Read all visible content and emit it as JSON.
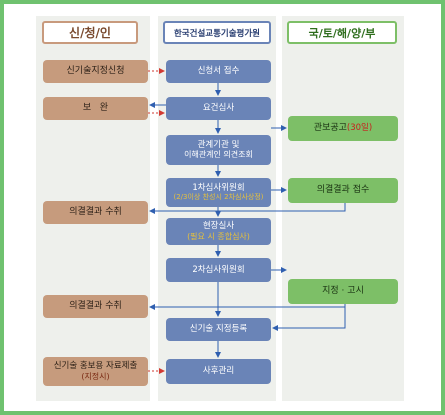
{
  "headers": {
    "left": "신/청/인",
    "center": "한국건설교통기술평가원",
    "right": "국/토/해/양/부"
  },
  "left_steps": [
    {
      "label": "신기술지정신청",
      "sub": ""
    },
    {
      "label": "보   완",
      "sub": ""
    },
    {
      "label": "의결결과 수취",
      "sub": ""
    },
    {
      "label": "의결결과 수취",
      "sub": ""
    },
    {
      "label": "신기술 홍보용 자료제출",
      "sub": "(지정시)"
    }
  ],
  "center_steps": [
    {
      "label": "신청서 접수",
      "sub": ""
    },
    {
      "label": "요건심사",
      "sub": ""
    },
    {
      "label": "관계기관 및",
      "sub": "이해관계인 의견조회"
    },
    {
      "label": "1차심사위원회",
      "sub": "(2/3이상 찬성시 2차심사상정)"
    },
    {
      "label": "현장실사",
      "sub": "(필요 시 종합심사)"
    },
    {
      "label": "2차심사위원회",
      "sub": ""
    },
    {
      "label": "신기술 지정등록",
      "sub": ""
    },
    {
      "label": "사후관리",
      "sub": ""
    }
  ],
  "right_steps": [
    {
      "label": "관보공고",
      "sub": "(30일)"
    },
    {
      "label": "의결결과 접수",
      "sub": ""
    },
    {
      "label": "지정 · 고시",
      "sub": ""
    }
  ],
  "colors": {
    "frame_green": "#6fc26f",
    "left_box": "#c69b7d",
    "center_box": "#6a84b7",
    "right_box": "#7dbf67",
    "arrow_red": "#d23a32",
    "arrow_blue": "#2f5fb0"
  }
}
